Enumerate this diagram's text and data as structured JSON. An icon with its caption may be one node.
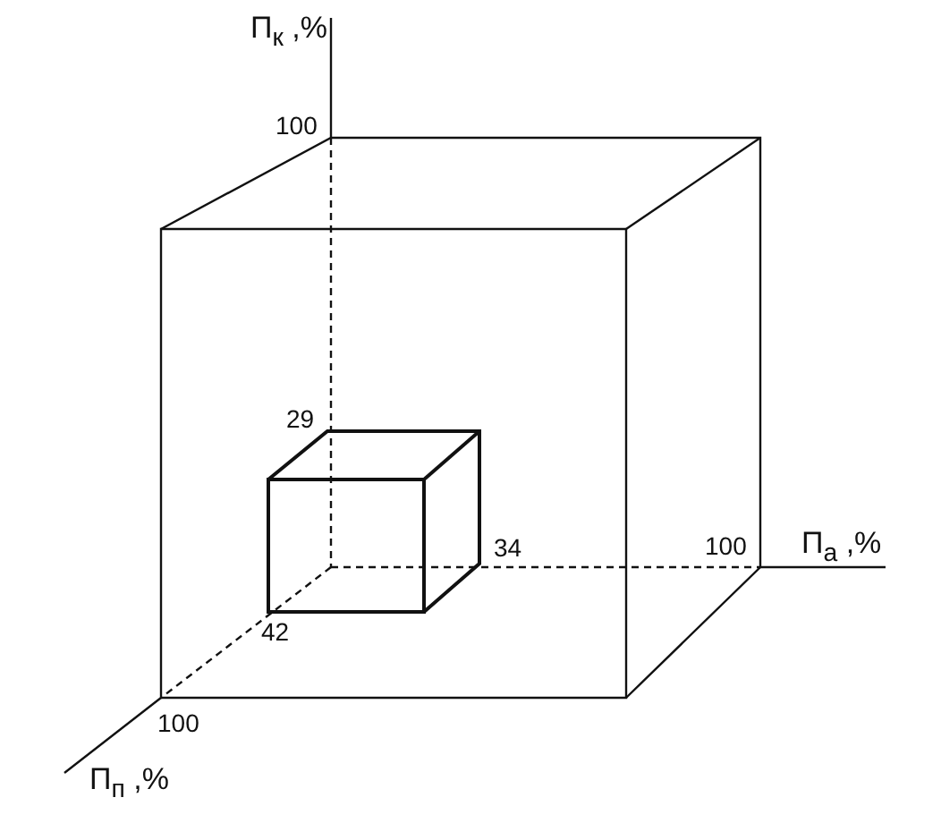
{
  "diagram": {
    "labels": [
      "П$_{к}$ ,%",
      "100",
      "29",
      "34",
      "100",
      "П$_{а}$ ,%",
      "42",
      "100",
      "П$_{п}$ ,%"
    ]
  }
}
